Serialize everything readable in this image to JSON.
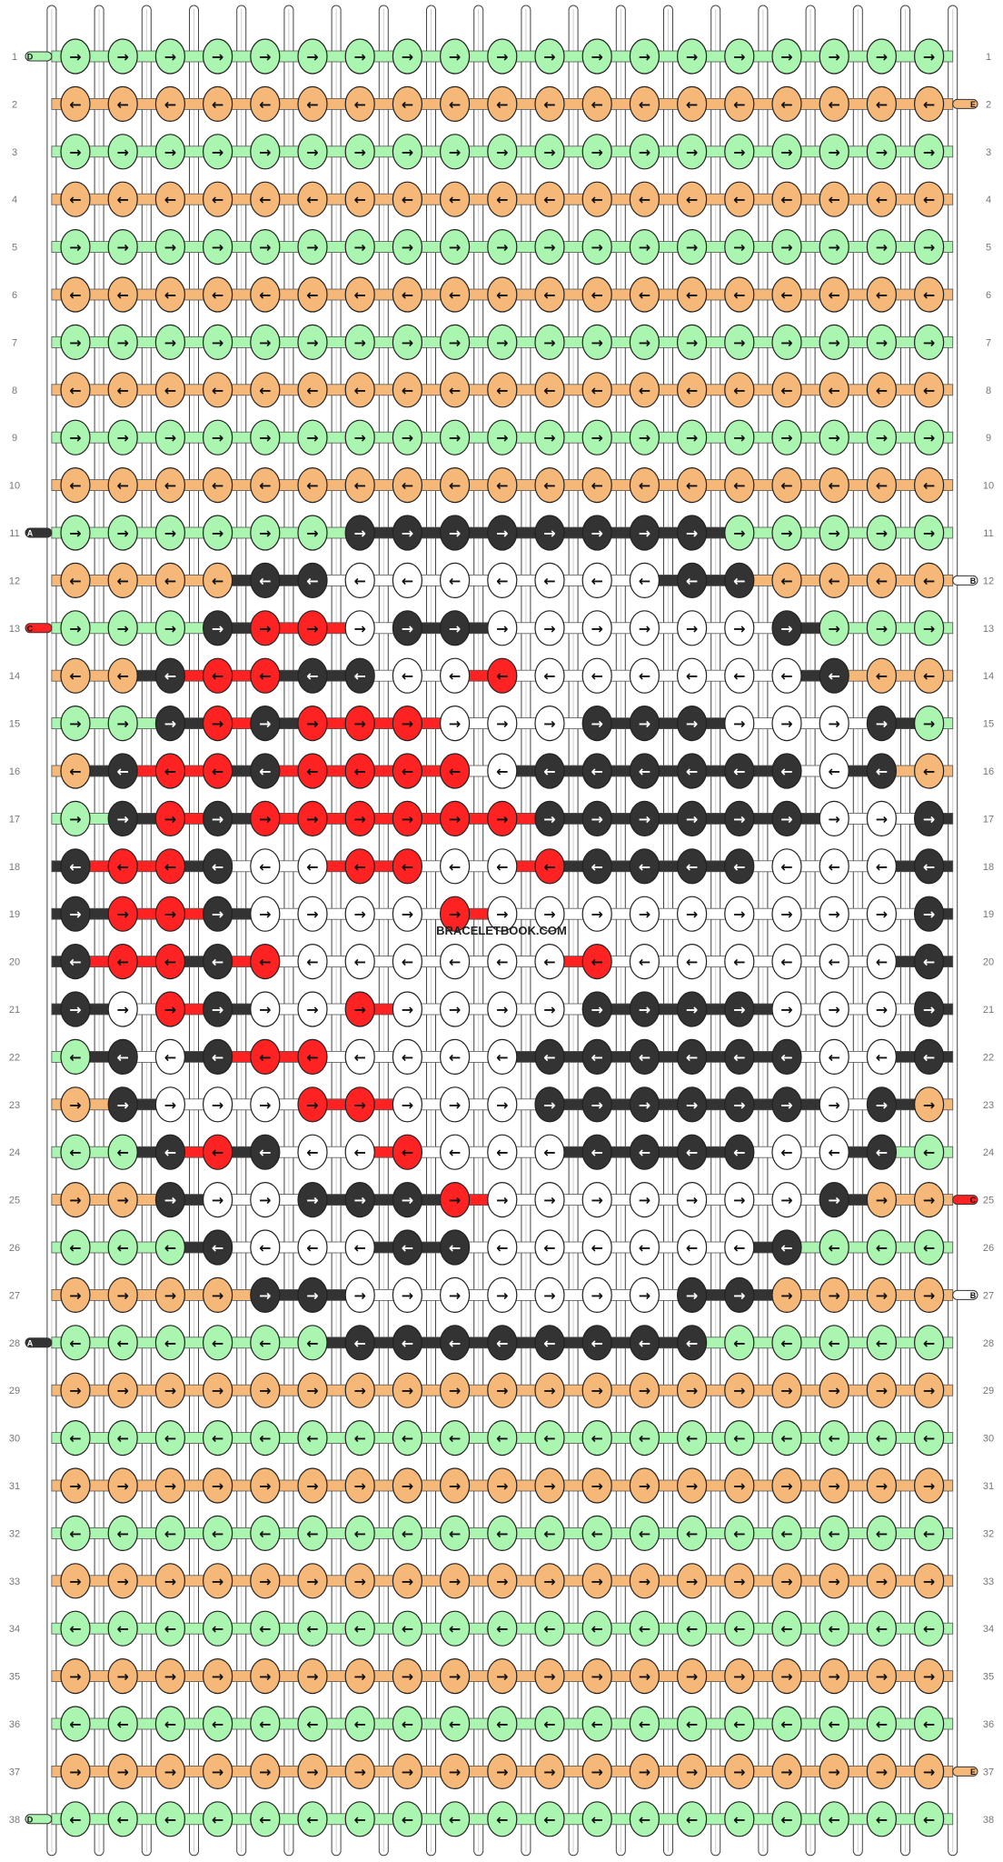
{
  "watermark": "BRACELETBOOK.COM",
  "colors": {
    "A": "#333333",
    "B": "#ffffff",
    "C": "#ff2222",
    "D": "#aaf5b0",
    "E": "#f6b878"
  },
  "thread_labels": [
    {
      "row": 1,
      "side": "left",
      "letter": "D"
    },
    {
      "row": 2,
      "side": "right",
      "letter": "E"
    },
    {
      "row": 11,
      "side": "left",
      "letter": "A"
    },
    {
      "row": 12,
      "side": "right",
      "letter": "B"
    },
    {
      "row": 13,
      "side": "left",
      "letter": "C"
    },
    {
      "row": 25,
      "side": "right",
      "letter": "C"
    },
    {
      "row": 27,
      "side": "right",
      "letter": "B"
    },
    {
      "row": 28,
      "side": "left",
      "letter": "A"
    },
    {
      "row": 37,
      "side": "right",
      "letter": "E"
    },
    {
      "row": 38,
      "side": "left",
      "letter": "D"
    }
  ],
  "knot_rows": [
    {
      "row": 1,
      "arrow": "→",
      "colors": "DDDDDDDDDDDDDDDDDDD"
    },
    {
      "row": 2,
      "arrow": "←",
      "colors": "EEEEEEEEEEEEEEEEEEE"
    },
    {
      "row": 3,
      "arrow": "→",
      "colors": "DDDDDDDDDDDDDDDDDDD"
    },
    {
      "row": 4,
      "arrow": "←",
      "colors": "EEEEEEEEEEEEEEEEEEE"
    },
    {
      "row": 5,
      "arrow": "→",
      "colors": "DDDDDDDDDDDDDDDDDDD"
    },
    {
      "row": 6,
      "arrow": "←",
      "colors": "EEEEEEEEEEEEEEEEEEE"
    },
    {
      "row": 7,
      "arrow": "→",
      "colors": "DDDDDDDDDDDDDDDDDDD"
    },
    {
      "row": 8,
      "arrow": "←",
      "colors": "EEEEEEEEEEEEEEEEEEE"
    },
    {
      "row": 9,
      "arrow": "→",
      "colors": "DDDDDDDDDDDDDDDDDDD"
    },
    {
      "row": 10,
      "arrow": "←",
      "colors": "EEEEEEEEEEEEEEEEEEE"
    },
    {
      "row": 11,
      "arrow": "→",
      "colors": "DDDDDDAAAAAAAADDDDD"
    },
    {
      "row": 12,
      "arrow": "←",
      "colors": "EEEEAABBBBBBBAAEEEE"
    },
    {
      "row": 13,
      "arrow": "→",
      "colors": "DDDACCBAABBBBBBADDD"
    },
    {
      "row": 14,
      "arrow": "←",
      "colors": "EEACCAABBCBBBBBBAEE"
    },
    {
      "row": 15,
      "arrow": "→",
      "colors": "DDACACCCBBBAAABBBAD"
    },
    {
      "row": 16,
      "arrow": "←",
      "colors": "EACCACCCCBAAAAAABAE"
    },
    {
      "row": 17,
      "arrow": "→",
      "colors": "DACACCCCCCAAAAAABBA"
    },
    {
      "row": 18,
      "arrow": "←",
      "colors": "ACCABBCCBBCAAAABBBA"
    },
    {
      "row": 19,
      "arrow": "→",
      "colors": "ACCABBBBCBBBBBBBBBA"
    },
    {
      "row": 20,
      "arrow": "←",
      "colors": "ACCACBBBBBBCBBBBBBA"
    },
    {
      "row": 21,
      "arrow": "→",
      "colors": "ABCABBCBBBBAAAABBBA"
    },
    {
      "row": 22,
      "arrow": "←",
      "colors": "DABACCBBBBAAAAAABBA"
    },
    {
      "row": 23,
      "arrow": "→",
      "colors": "EABBBCCBBBAAAAAABAE"
    },
    {
      "row": 24,
      "arrow": "←",
      "colors": "DDACABBCBBBAAAABBAD"
    },
    {
      "row": 25,
      "arrow": "→",
      "colors": "EEABBAAACBBBBBBBAEE"
    },
    {
      "row": 26,
      "arrow": "←",
      "colors": "DDDABBBAABBBBBBADDD"
    },
    {
      "row": 27,
      "arrow": "→",
      "colors": "EEEEAABBBBBBBAAEEEE"
    },
    {
      "row": 28,
      "arrow": "←",
      "colors": "DDDDDDAAAAAAAADDDDD"
    },
    {
      "row": 29,
      "arrow": "→",
      "colors": "EEEEEEEEEEEEEEEEEEE"
    },
    {
      "row": 30,
      "arrow": "←",
      "colors": "DDDDDDDDDDDDDDDDDDD"
    },
    {
      "row": 31,
      "arrow": "→",
      "colors": "EEEEEEEEEEEEEEEEEEE"
    },
    {
      "row": 32,
      "arrow": "←",
      "colors": "DDDDDDDDDDDDDDDDDDD"
    },
    {
      "row": 33,
      "arrow": "→",
      "colors": "EEEEEEEEEEEEEEEEEEE"
    },
    {
      "row": 34,
      "arrow": "←",
      "colors": "DDDDDDDDDDDDDDDDDDD"
    },
    {
      "row": 35,
      "arrow": "→",
      "colors": "EEEEEEEEEEEEEEEEEEE"
    },
    {
      "row": 36,
      "arrow": "←",
      "colors": "DDDDDDDDDDDDDDDDDDD"
    },
    {
      "row": 37,
      "arrow": "→",
      "colors": "EEEEEEEEEEEEEEEEEEE"
    },
    {
      "row": 38,
      "arrow": "←",
      "colors": "DDDDDDDDDDDDDDDDDDD"
    }
  ]
}
